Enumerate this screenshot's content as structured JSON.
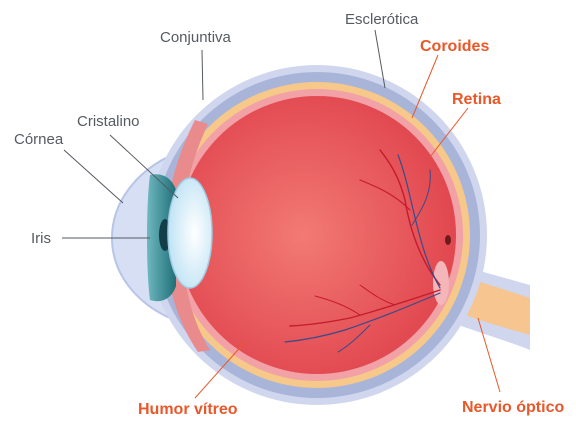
{
  "labels": {
    "esclerotica": "Esclerótica",
    "conjuntiva": "Conjuntiva",
    "coroides": "Coroides",
    "retina": "Retina",
    "cristalino": "Cristalino",
    "cornea": "Córnea",
    "iris": "Iris",
    "humor_vitreo": "Humor vítreo",
    "nervio_optico": "Nervio óptico"
  },
  "colors": {
    "label_text": "#555b61",
    "highlight_label": "#e8582a",
    "sclera": "#a9b4d9",
    "sclera_outer": "#cfd6ee",
    "choroid": "#f6c88a",
    "retina": "#f2a1a6",
    "vitreous": "#e1474f",
    "vitreous_center": "#f27a74",
    "iris": "#2f8a8d",
    "lens": "#d9effa",
    "cornea": "#d6dff3",
    "optic_nerve": "#f7c58f",
    "vessel_red": "#c41b2e",
    "vessel_blue": "#3a4a8a"
  }
}
